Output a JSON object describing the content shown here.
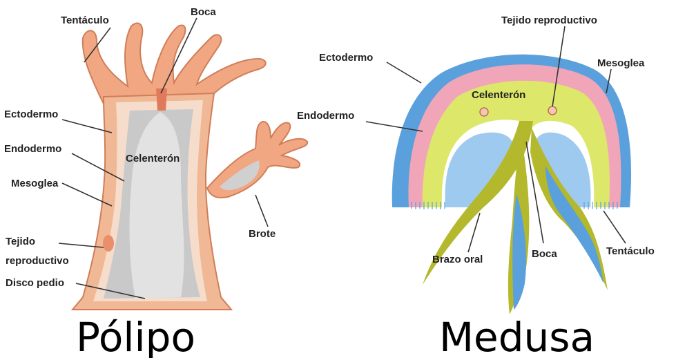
{
  "polyp": {
    "title": "Pólipo",
    "labels": {
      "tentacle": "Tentáculo",
      "mouth": "Boca",
      "ectoderm": "Ectodermo",
      "endoderm": "Endodermo",
      "mesoglea": "Mesoglea",
      "coelenteron": "Celenterón",
      "reproductive_line1": "Tejido",
      "reproductive_line2": "reproductivo",
      "pedal_disc": "Disco pedio",
      "bud": "Brote"
    }
  },
  "medusa": {
    "title": "Medusa",
    "labels": {
      "reproductive": "Tejido reproductivo",
      "ectoderm": "Ectodermo",
      "mesoglea": "Mesoglea",
      "coelenteron": "Celenterón",
      "endoderm": "Endodermo",
      "oral_arm": "Brazo oral",
      "mouth": "Boca",
      "tentacle": "Tentáculo"
    }
  },
  "colors": {
    "ectoderm_outer": "#e9a07c",
    "polyp_inner": "#f5d7c6",
    "coelenteron_gray": "#d5d5d5",
    "gastric_gray": "#c7c7c7",
    "medusa_blue": "#5aa0dc",
    "medusa_pink": "#f0a6b8",
    "medusa_yellow": "#dde86a",
    "oral_arm_olive": "#b4b82c"
  }
}
